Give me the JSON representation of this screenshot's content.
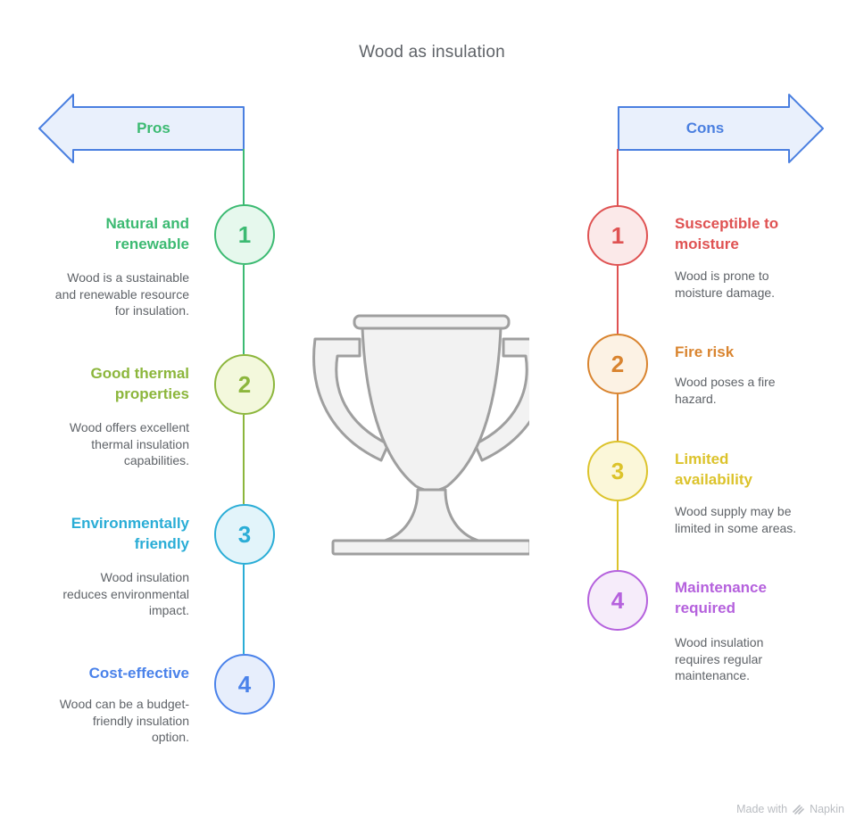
{
  "title": "Wood as insulation",
  "arrow": {
    "fill": "#e9f0fc",
    "border": "#4a7fe0",
    "pros_label_color": "#3cba72",
    "cons_label_color": "#4a7fe0"
  },
  "pros": {
    "arrow_label": "Pros",
    "items": [
      {
        "number": "1",
        "heading": "Natural and renewable",
        "description": "Wood is a sustainable and renewable resource for insulation.",
        "color": "#3cba72",
        "fill": "#e6f8ed"
      },
      {
        "number": "2",
        "heading": "Good thermal properties",
        "description": "Wood offers excellent thermal insulation capabilities.",
        "color": "#8cb63c",
        "fill": "#f3f8dc"
      },
      {
        "number": "3",
        "heading": "Environmentally friendly",
        "description": "Wood insulation reduces environmental impact.",
        "color": "#2aadd6",
        "fill": "#e2f4fa"
      },
      {
        "number": "4",
        "heading": "Cost-effective",
        "description": "Wood can be a budget-friendly insulation option.",
        "color": "#4a82ea",
        "fill": "#e7eefc"
      }
    ]
  },
  "cons": {
    "arrow_label": "Cons",
    "items": [
      {
        "number": "1",
        "heading": "Susceptible to moisture",
        "description": "Wood is prone to moisture damage.",
        "color": "#df5252",
        "fill": "#fbe9e9"
      },
      {
        "number": "2",
        "heading": "Fire risk",
        "description": "Wood poses a fire hazard.",
        "color": "#d9842f",
        "fill": "#fcf2e4"
      },
      {
        "number": "3",
        "heading": "Limited availability",
        "description": "Wood supply may be limited in some areas.",
        "color": "#dcc32b",
        "fill": "#fbf7d9"
      },
      {
        "number": "4",
        "heading": "Maintenance required",
        "description": "Wood insulation requires regular maintenance.",
        "color": "#b561dd",
        "fill": "#f6ecfa"
      }
    ]
  },
  "trophy": {
    "stroke": "#9f9f9f",
    "fill": "#f2f2f2"
  },
  "footer": {
    "made_with": "Made with",
    "brand": "Napkin"
  }
}
